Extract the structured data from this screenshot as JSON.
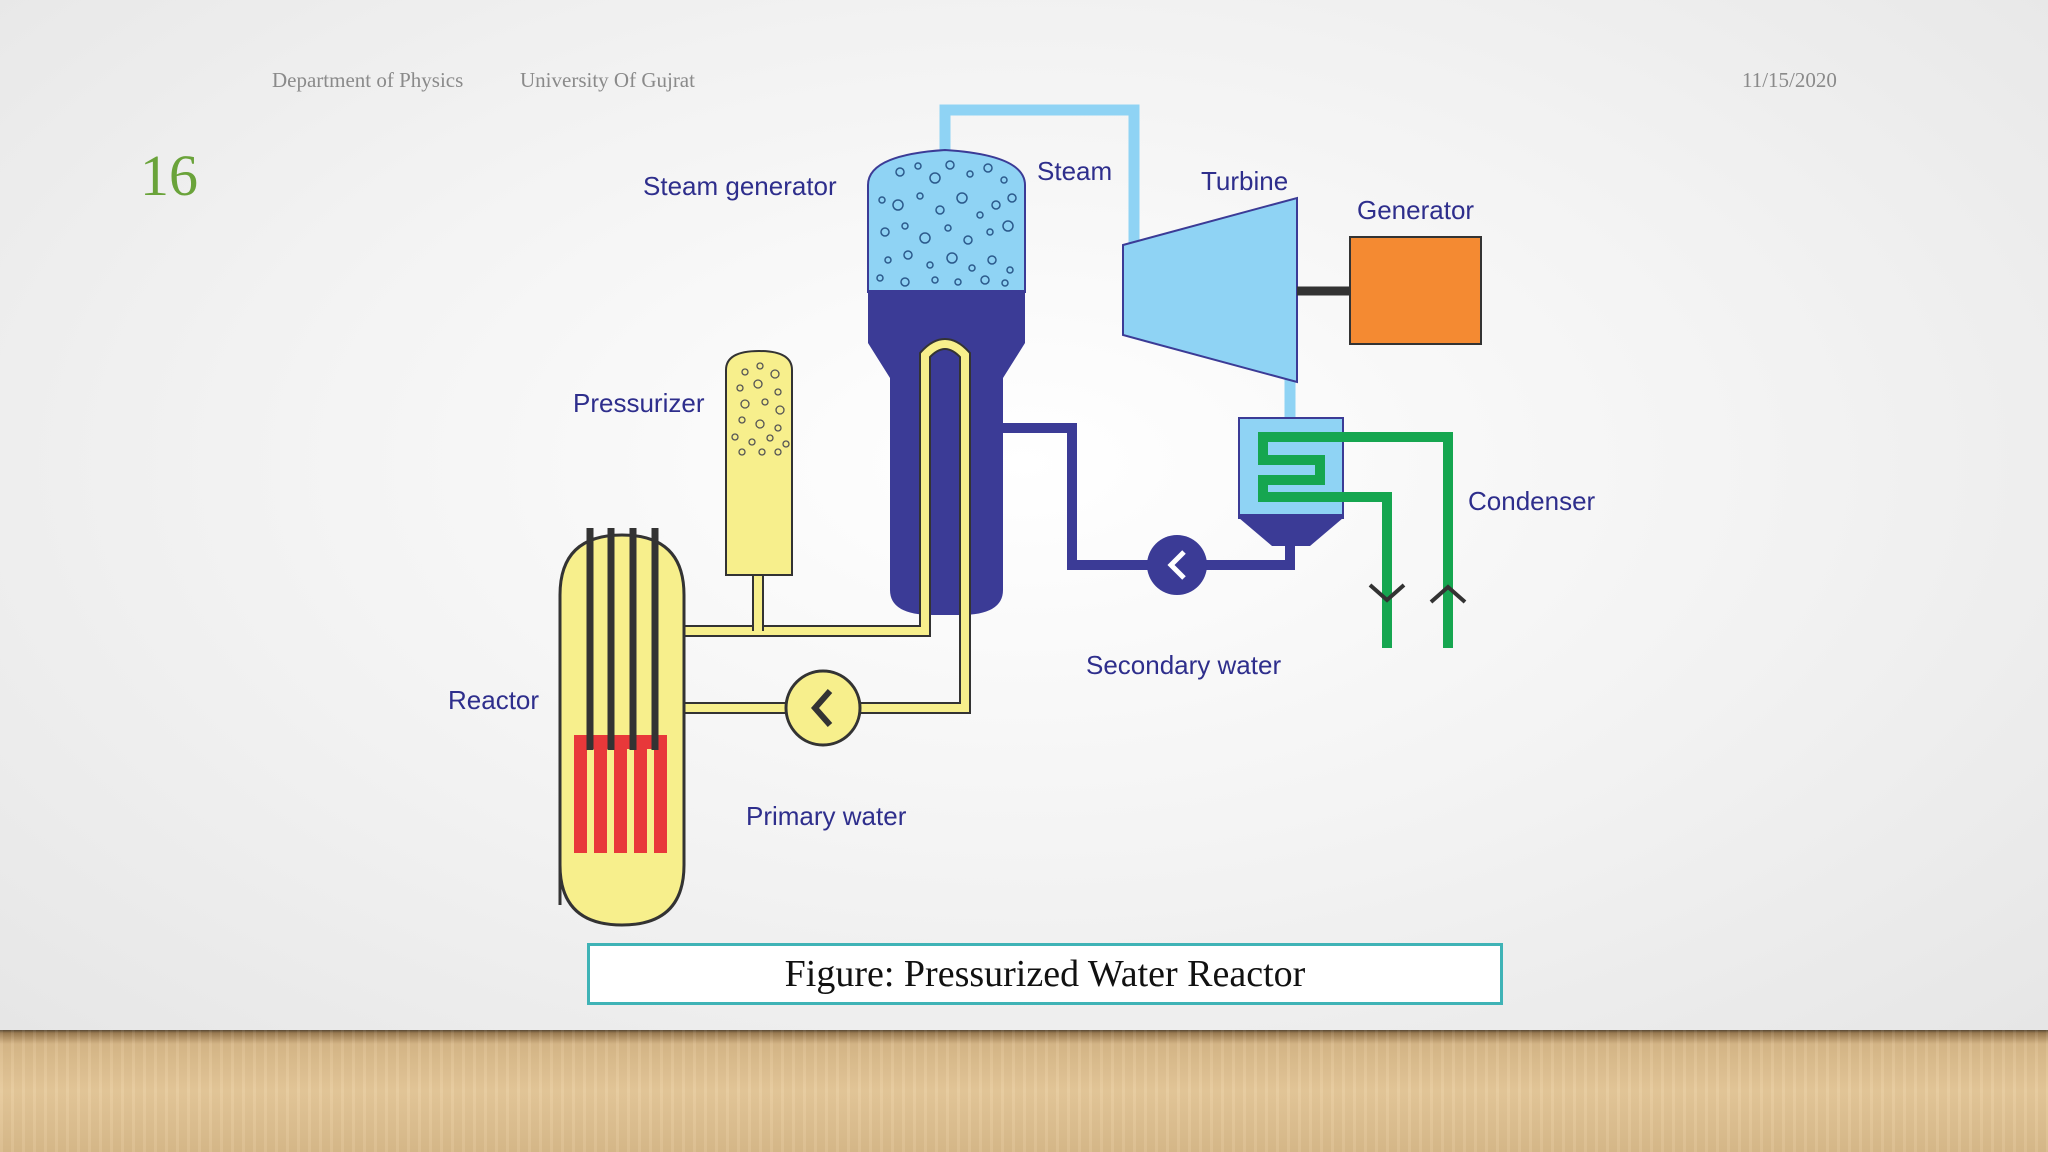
{
  "header": {
    "department": "Department of Physics",
    "university": "University Of Gujrat",
    "date": "11/15/2020"
  },
  "slide_number": "16",
  "diagram": {
    "labels": {
      "steam_generator": "Steam generator",
      "steam": "Steam",
      "turbine": "Turbine",
      "generator": "Generator",
      "pressurizer": "Pressurizer",
      "condenser": "Condenser",
      "reactor": "Reactor",
      "secondary_water": "Secondary water",
      "primary_water": "Primary water"
    },
    "colors": {
      "primary_loop": "#f7ef8c",
      "secondary_loop": "#3b3b96",
      "steam": "#8fd3f4",
      "cooling_water": "#16a650",
      "fuel_rods": "#e8383a",
      "control_rods": "#333333",
      "generator": "#f48a32"
    }
  },
  "caption": "Figure: Pressurized Water Reactor"
}
